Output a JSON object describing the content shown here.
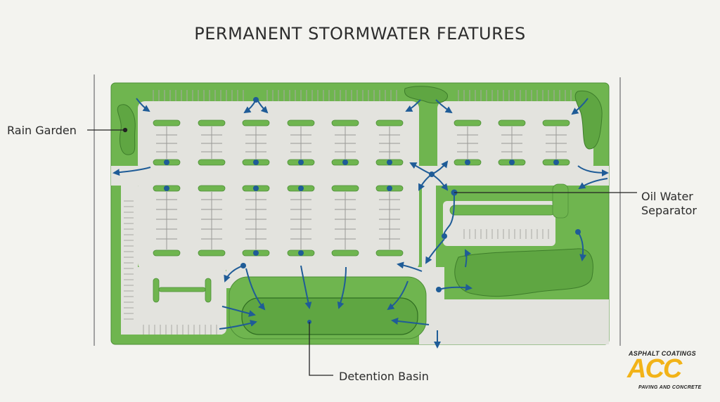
{
  "title": "PERMANENT STORMWATER FEATURES",
  "callouts": {
    "rain_garden": "Rain Garden",
    "oil_water_separator": "Oil Water Separator",
    "detention_basin": "Detention Basin"
  },
  "logo": {
    "top": "ASPHALT COATINGS",
    "mark": "ACC",
    "bottom": "PAVING AND CONCRETE"
  },
  "colors": {
    "green": "#6fb54f",
    "pavement": "#e4e4df",
    "flow_arrow": "#1f5c97"
  }
}
